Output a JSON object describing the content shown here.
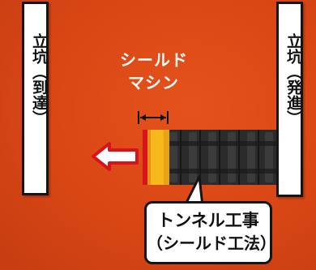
{
  "shaft_left": {
    "label": "立坑（到達）"
  },
  "shaft_right": {
    "label": "立坑（発進）"
  },
  "machine_label": {
    "line1": "シールド",
    "line2": "マシン"
  },
  "callout": {
    "line1": "トンネル工事",
    "line2": "（シールド工法）"
  },
  "colors": {
    "background": "#d94614",
    "shield_yellow": "#f6b81a",
    "tunnel_dark": "#2a2a2a",
    "arrow_red": "#d8141b",
    "shaft_fill": "#ffffff"
  },
  "icons": {
    "direction": "left-arrow-icon",
    "dimension": "double-headed-arrow-icon"
  }
}
